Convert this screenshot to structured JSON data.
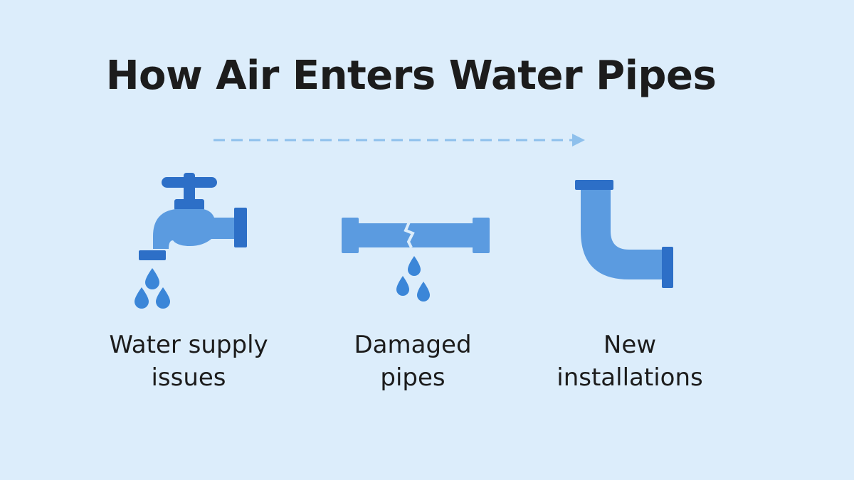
{
  "title": "How Air Enters Water Pipes",
  "colors": {
    "background": "#dcedfb",
    "pipe": "#5b9be0",
    "pipe_dark": "#2d6fc7",
    "drop": "#3b86d8",
    "arrow": "#8ec0ec",
    "text": "#1c1c1c"
  },
  "flow_arrow": {
    "icon": "dashed-arrow-right-icon"
  },
  "causes": [
    {
      "icon": "water-tap-dripping-icon",
      "label_line1": "Water supply",
      "label_line2": "issues"
    },
    {
      "icon": "cracked-pipe-leaking-icon",
      "label_line1": "Damaged",
      "label_line2": "pipes"
    },
    {
      "icon": "elbow-pipe-icon",
      "label_line1": "New",
      "label_line2": "installations"
    }
  ]
}
